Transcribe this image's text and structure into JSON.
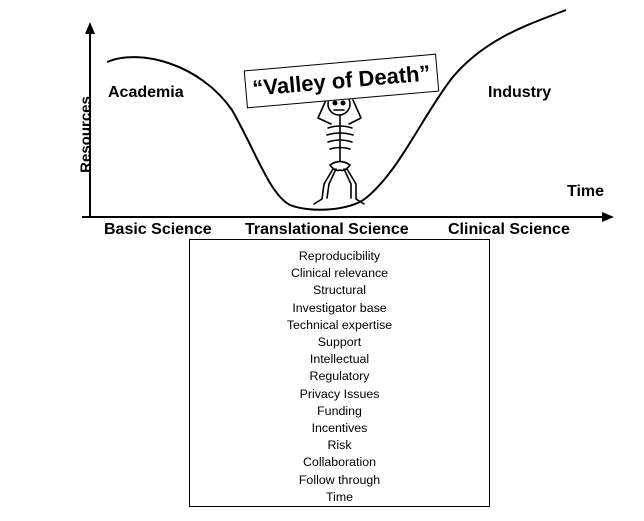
{
  "diagram": {
    "y_axis_label": "Resources",
    "x_axis_end_label": "Time",
    "regions": [
      {
        "key": "academia",
        "label": "Academia"
      },
      {
        "key": "industry",
        "label": "Industry"
      }
    ],
    "valley_label": "“Valley of Death”",
    "stages": [
      "Basic Science",
      "Translational Science",
      "Clinical Science"
    ],
    "barriers": [
      "Reproducibility",
      "Clinical relevance",
      "Structural",
      "Investigator base",
      "Technical expertise",
      "Support",
      "Intellectual",
      "Regulatory",
      "Privacy Issues",
      "Funding",
      "Incentives",
      "Risk",
      "Collaboration",
      "Follow through",
      "Time"
    ],
    "icons": {
      "valley_figure": "skeleton-icon",
      "axis_arrow": "arrow-icon"
    },
    "colors": {
      "line": "#000000",
      "background": "#ffffff"
    }
  }
}
